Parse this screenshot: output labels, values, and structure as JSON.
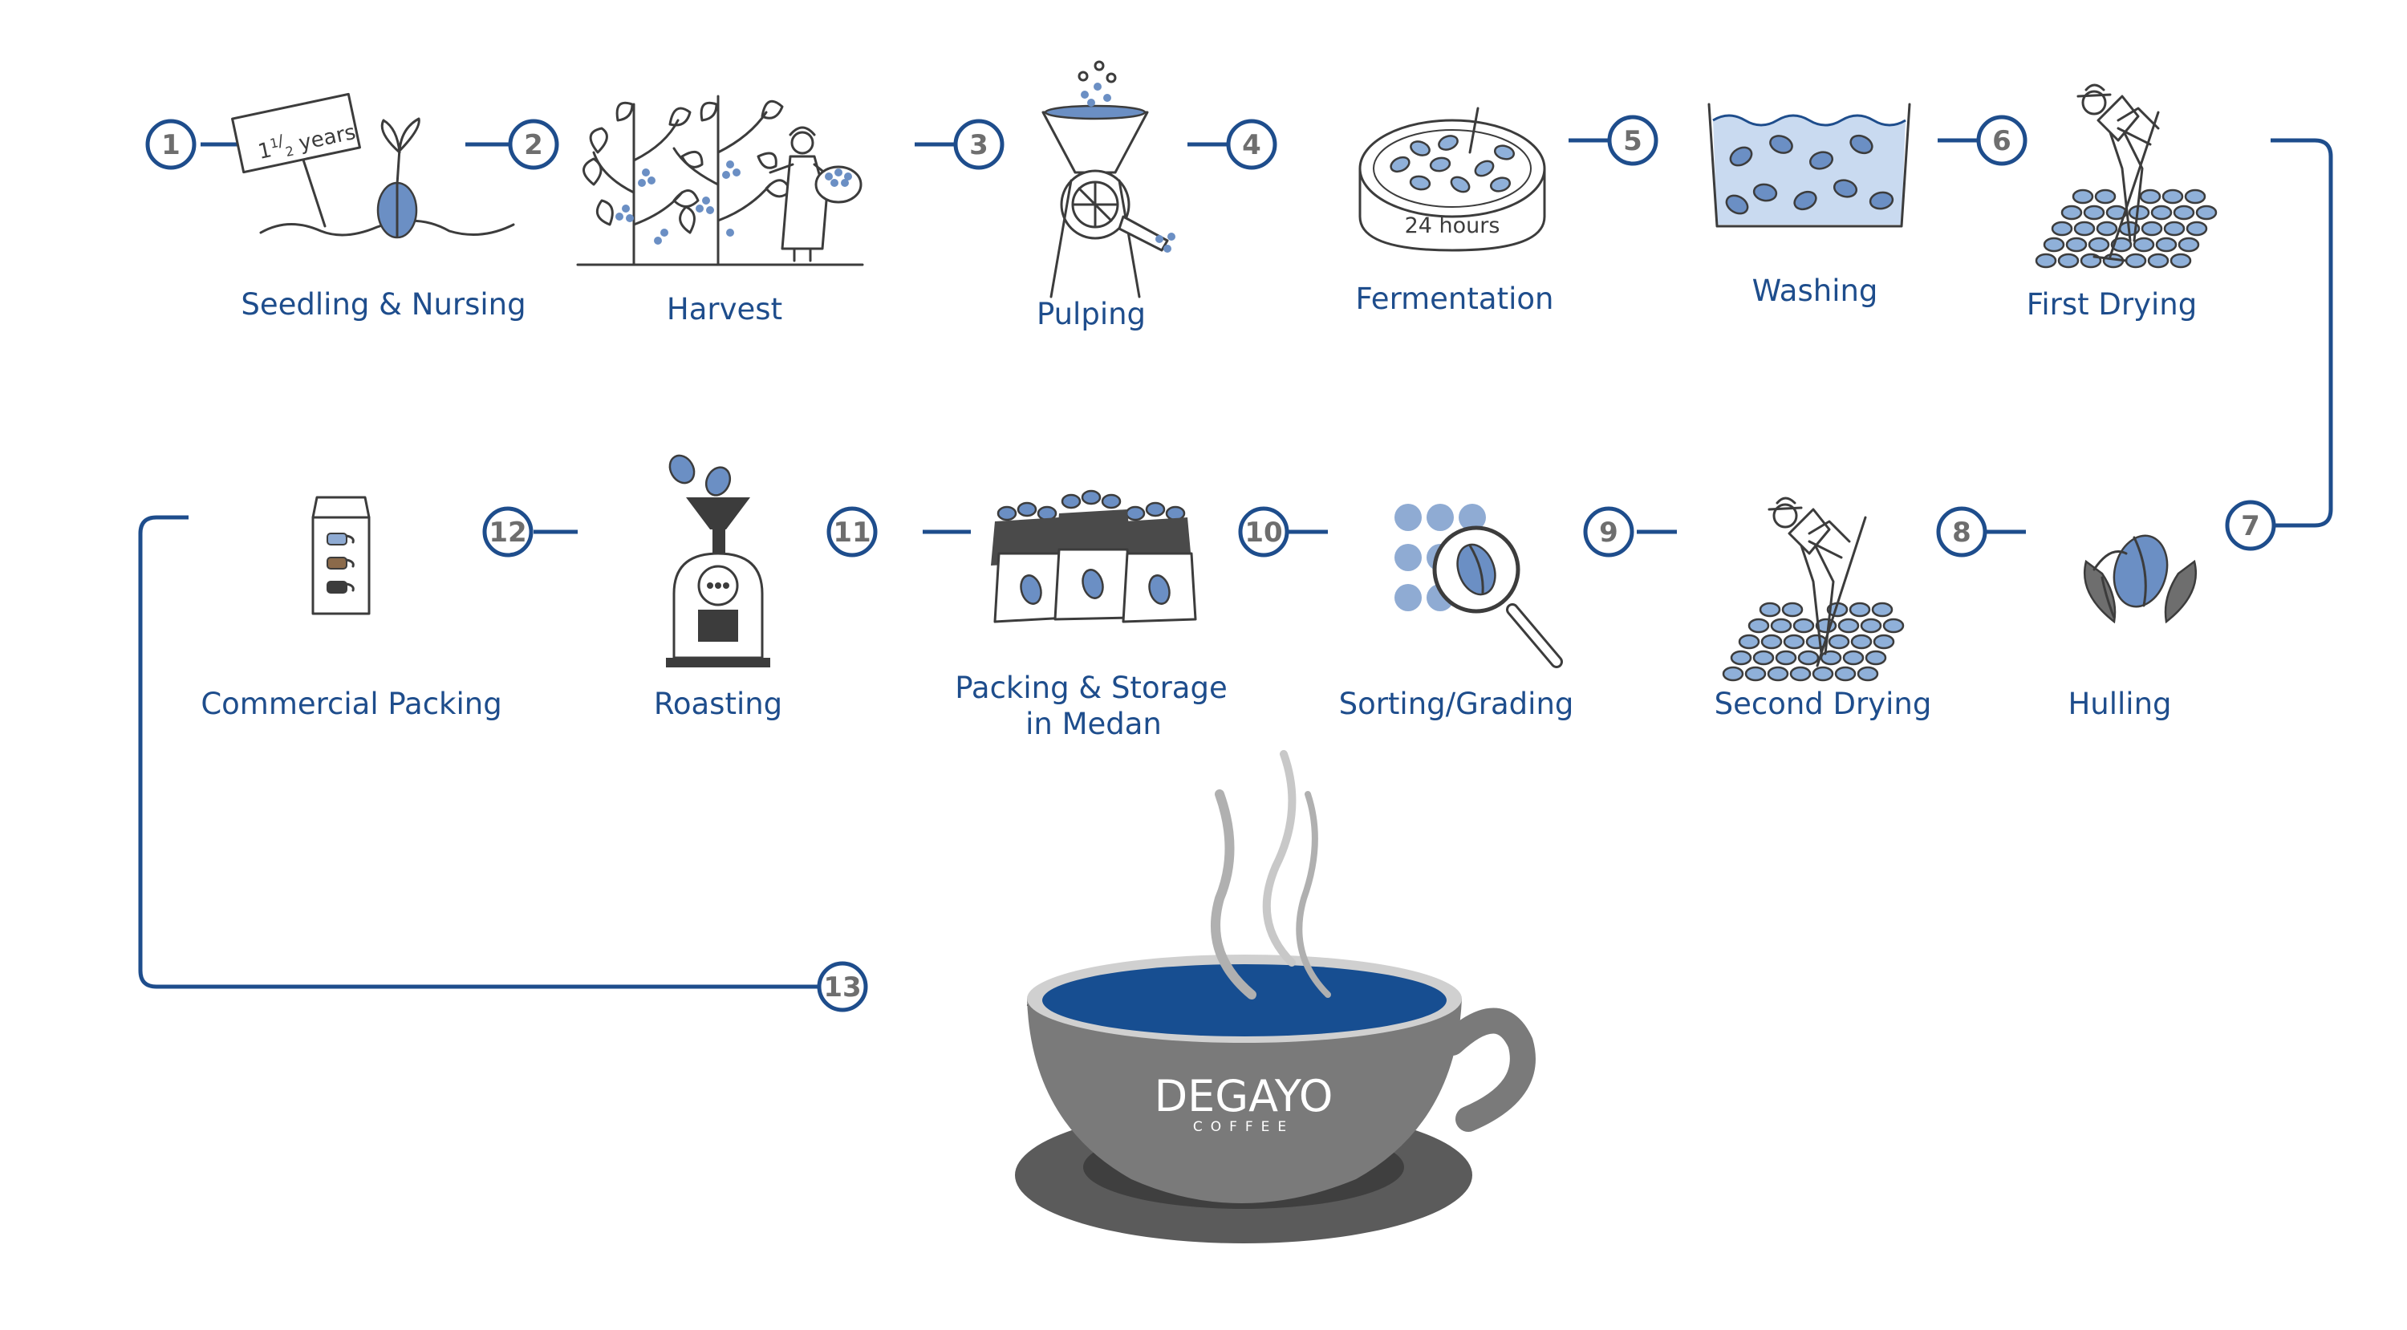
{
  "steps": [
    {
      "number": "1",
      "label": "Seedling & Nursing"
    },
    {
      "number": "2",
      "label": "Harvest"
    },
    {
      "number": "3",
      "label": "Pulping"
    },
    {
      "number": "4",
      "label": ""
    },
    {
      "number": "5",
      "label": "Fermentation"
    },
    {
      "number": "6",
      "label": "Washing"
    },
    {
      "number": "7",
      "label": "First Drying"
    },
    {
      "number": "8",
      "label": "Hulling"
    },
    {
      "number": "9",
      "label": "Second Drying"
    },
    {
      "number": "10",
      "label": "Sorting/Grading"
    },
    {
      "number": "11",
      "label": "Packing & Storage"
    },
    {
      "number": "12",
      "label": "Roasting"
    },
    {
      "number": "13",
      "label": "Commercial Packing"
    }
  ],
  "packing_label_line2": "in Medan",
  "seedling_sign": {
    "whole": "1",
    "sup": "1",
    "slash": "/",
    "sub": "2",
    "unit": " years"
  },
  "fermentation_time": "24 hours",
  "brand": {
    "name": "DEGAYO",
    "sub": "COFFEE"
  },
  "colors": {
    "accent": "#1e4d8c",
    "bean": "#6b8fc4",
    "cup": "#7a7a7a",
    "coffee": "#174e91"
  }
}
